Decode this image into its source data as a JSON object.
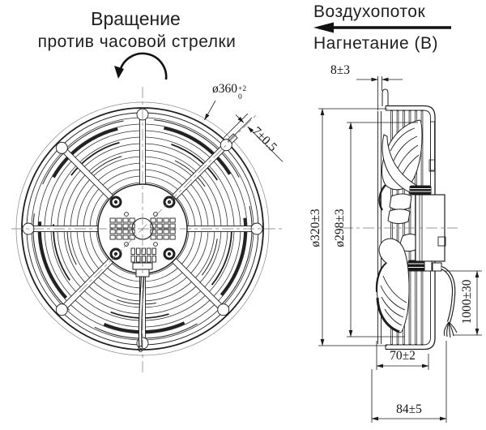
{
  "title_block": {
    "rotation_label_line1": "Вращение",
    "rotation_label_line2": "против часовой стрелки",
    "airflow_label": "Воздухопоток",
    "discharge_label": "Нагнетание (В)"
  },
  "dimensions": {
    "fan_outer_diameter": {
      "text": "ø360",
      "tolerance_upper": "+2",
      "tolerance_lower": "0"
    },
    "guard_wire_width": "7±0.5",
    "guard_front_offset": "8±3",
    "guard_diameter": "ø320±3",
    "impeller_diameter": "ø298±3",
    "cable_length": "1000±30",
    "guard_depth": "70±2",
    "overall_depth": "84±5"
  },
  "icons": {
    "rotation_arrow": "counterclockwise-arc-arrow",
    "airflow_arrow": "left-arrow"
  },
  "colors": {
    "line": "#1a1a1a",
    "centerline": "#777777",
    "background": "#ffffff"
  }
}
